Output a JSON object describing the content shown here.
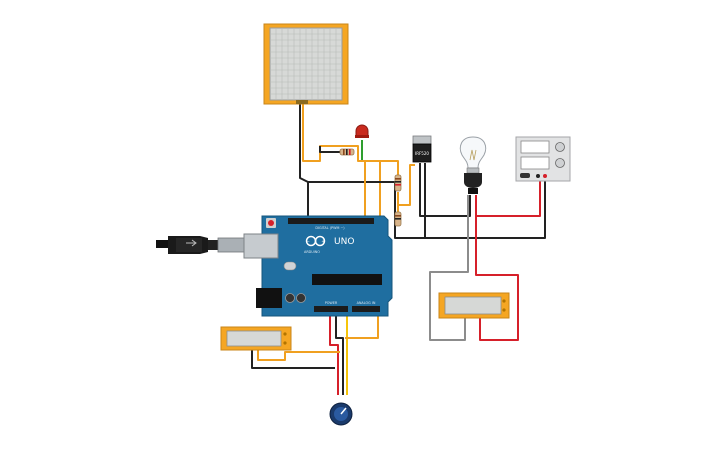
{
  "arduino": {
    "logo_text": "UNO",
    "brand_text": "ARDUINO",
    "digital_header": "DIGITAL (PWM ~)",
    "power_header": "POWER",
    "analog_header": "ANALOG IN"
  },
  "mosfet": {
    "label": "IRF520"
  },
  "colors": {
    "board": "#1f6ea0",
    "wire_orange": "#f0a020",
    "wire_black": "#222222",
    "wire_red": "#d6202a",
    "wire_gray": "#8c8c8c",
    "wire_yellow": "#f6c50a",
    "wire_green": "#2e9e2e",
    "component_frame": "#f5a623"
  }
}
